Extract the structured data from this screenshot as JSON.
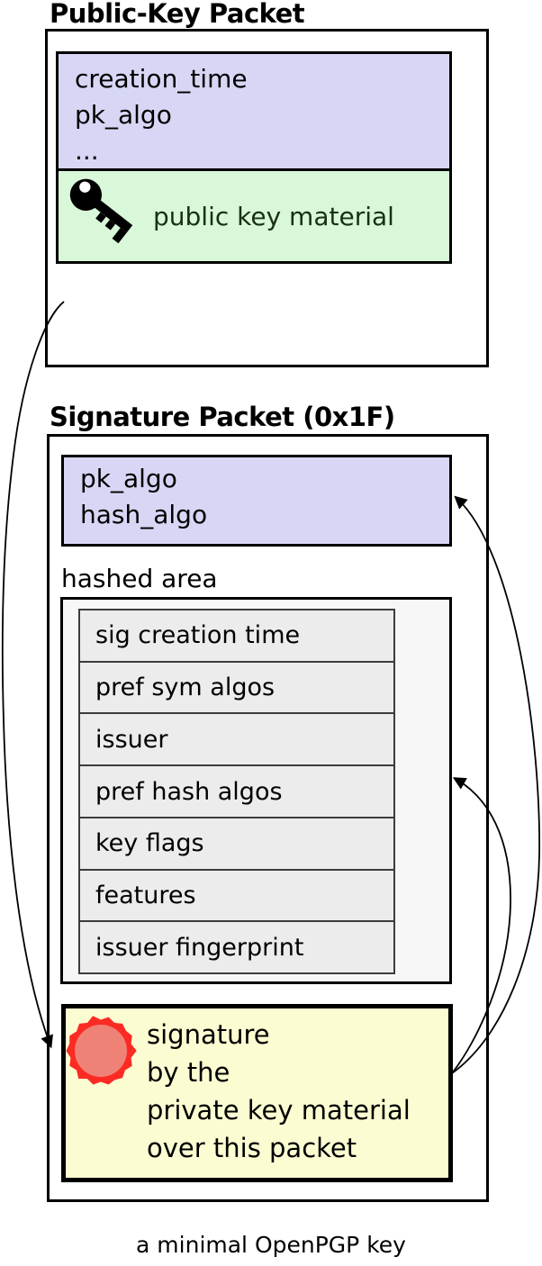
{
  "public_key_packet": {
    "title": "Public-Key Packet",
    "header_fields": [
      "creation_time",
      "pk_algo",
      "..."
    ],
    "material_label": "public key material",
    "material_icon": "key-icon"
  },
  "signature_packet": {
    "title": "Signature Packet (0x1F)",
    "algo_fields": [
      "pk_algo",
      "hash_algo"
    ],
    "hashed_area_label": "hashed area",
    "hashed_subpackets": [
      "sig creation time",
      "pref sym algos",
      "issuer",
      "pref hash algos",
      "key flags",
      "features",
      "issuer fingerprint"
    ],
    "signature_lines": [
      "signature",
      "by the",
      "private key material",
      "over this packet"
    ],
    "signature_icon": "seal-icon"
  },
  "caption": "a minimal OpenPGP key",
  "arrows": [
    {
      "from": "public-key-packet",
      "to": "signature-seal"
    },
    {
      "from": "signature-seal",
      "to": "signature-algo-box"
    },
    {
      "from": "signature-seal",
      "to": "hashed-area-box"
    }
  ],
  "colors": {
    "lavender": "#d7d7f5",
    "green": "#d9f7d9",
    "green_text": "#173017",
    "yellow": "#fcfcd2",
    "subpacket_gray": "#ececec",
    "hashed_bg": "#f7f7f7",
    "seal_ring": "#fb2b24",
    "seal_center": "#ef8276",
    "line": "#000000"
  }
}
